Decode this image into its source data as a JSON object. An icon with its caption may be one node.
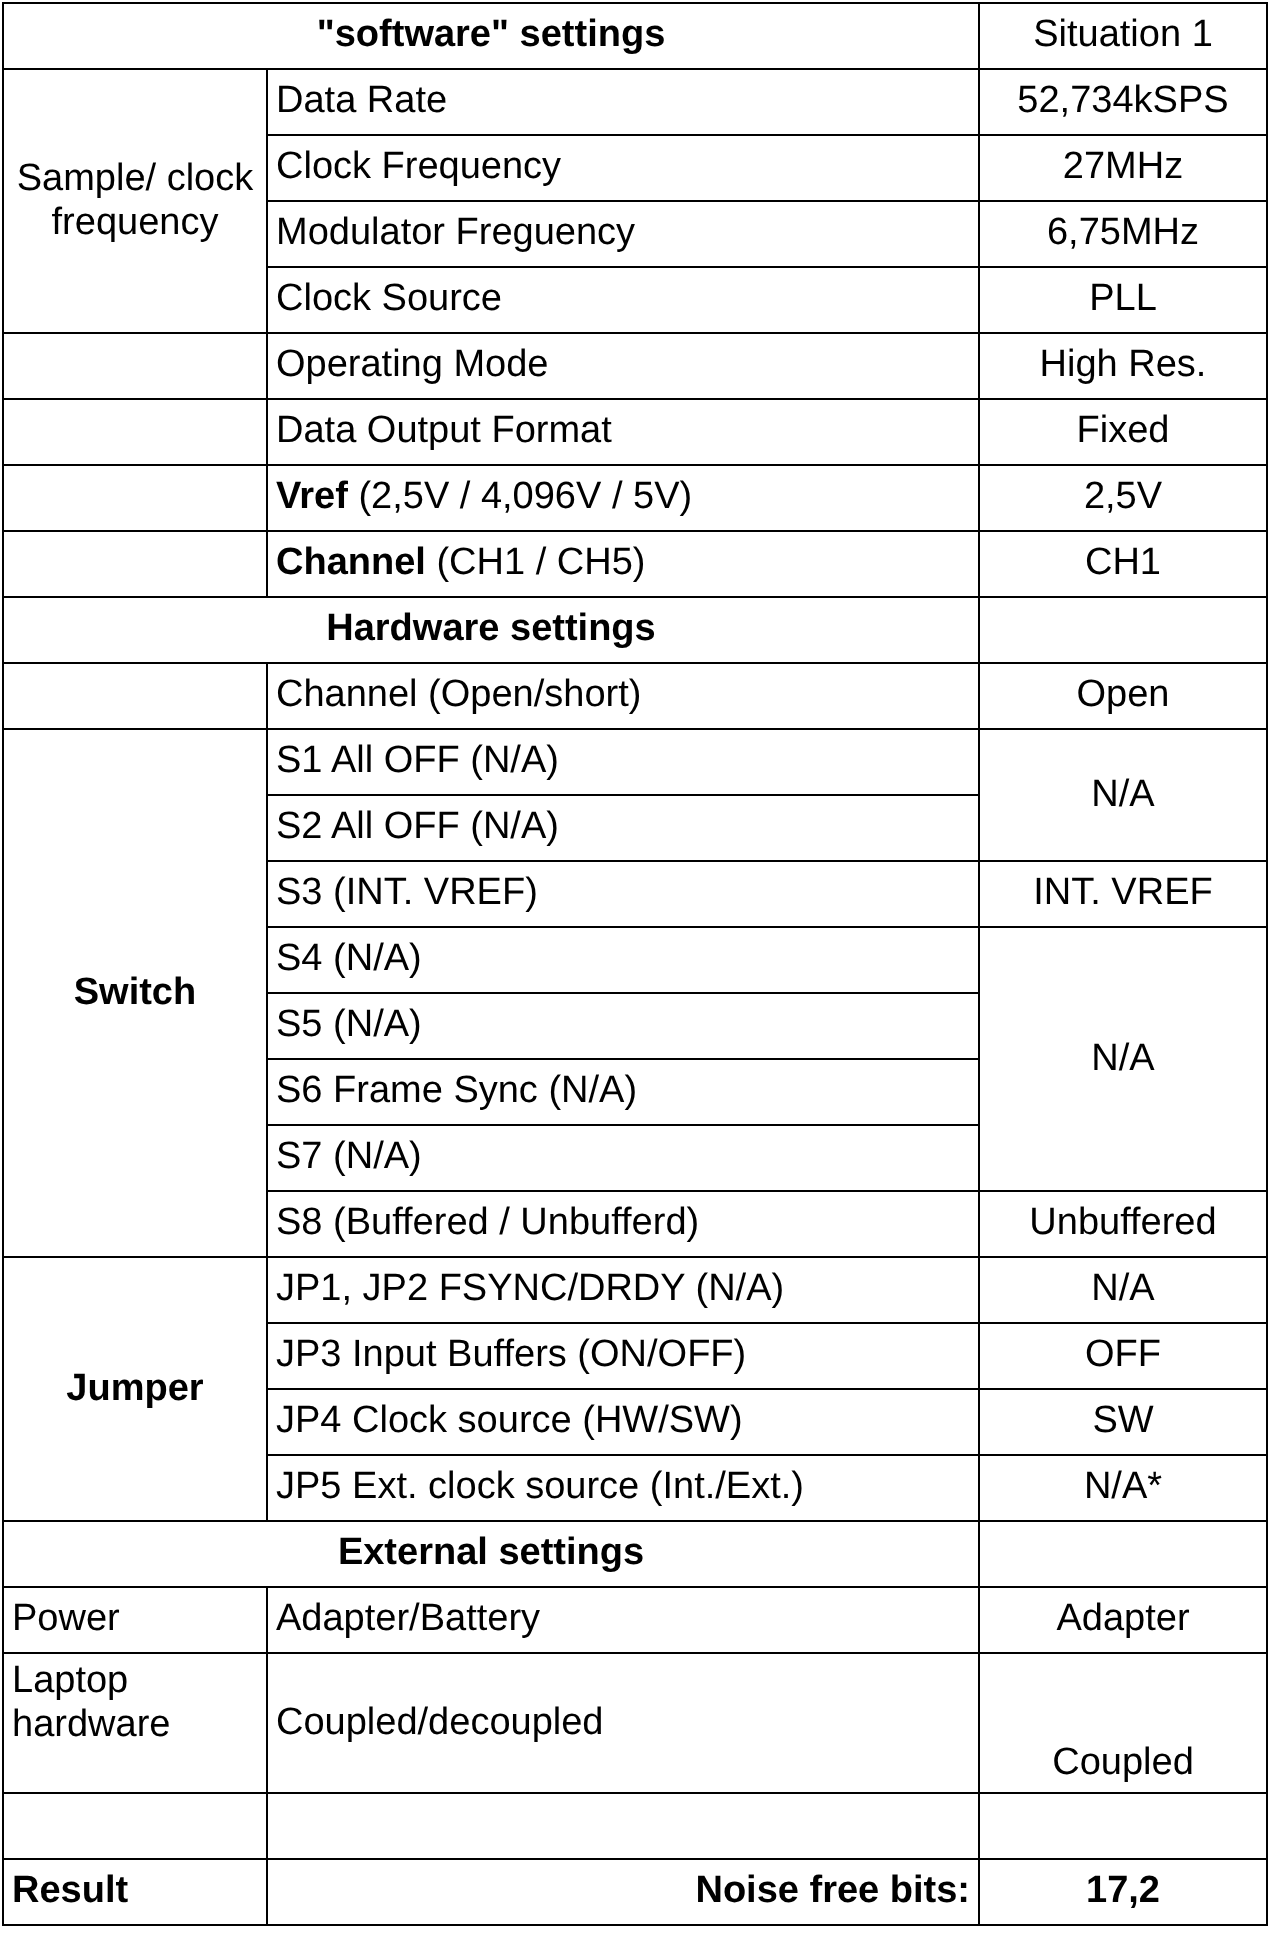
{
  "diagram": {
    "labels": [
      "\"software\" settings",
      "Situation 1",
      "Sample/ clock frequency",
      "Data Rate",
      "52,734kSPS",
      "Clock Frequency",
      "27MHz",
      "Modulator Freguency",
      "6,75MHz",
      "Clock Source",
      "PLL",
      "Operating Mode",
      "High Res.",
      "Data Output Format",
      "Fixed",
      "**Vref** (2,5V / 4,096V / 5V)",
      "2,5V",
      "**Channel** (CH1 / CH5)",
      "CH1",
      "Hardware settings",
      "Channel (Open/short)",
      "Open",
      "Switch",
      "S1 All OFF (N/A)",
      "N/A",
      "S2 All OFF (N/A)",
      "S3 (INT. VREF)",
      "INT. VREF",
      "S4 (N/A)",
      "N/A",
      "S5 (N/A)",
      "S6 Frame Sync (N/A)",
      "S7 (N/A)",
      "S8 (Buffered / Unbufferd)",
      "Unbuffered",
      "Jumper",
      "JP1, JP2 FSYNC/DRDY (N/A)",
      "N/A",
      "JP3 Input Buffers (ON/OFF)",
      "OFF",
      "JP4 Clock source (HW/SW)",
      "SW",
      "JP5 Ext. clock source (Int./Ext.)",
      "N/A*",
      "External settings",
      "Power",
      "Adapter/Battery",
      "Adapter",
      "Laptop hardware",
      "Coupled/decoupled",
      "Coupled",
      "Result",
      "Noise free bits:",
      "17,2"
    ]
  }
}
